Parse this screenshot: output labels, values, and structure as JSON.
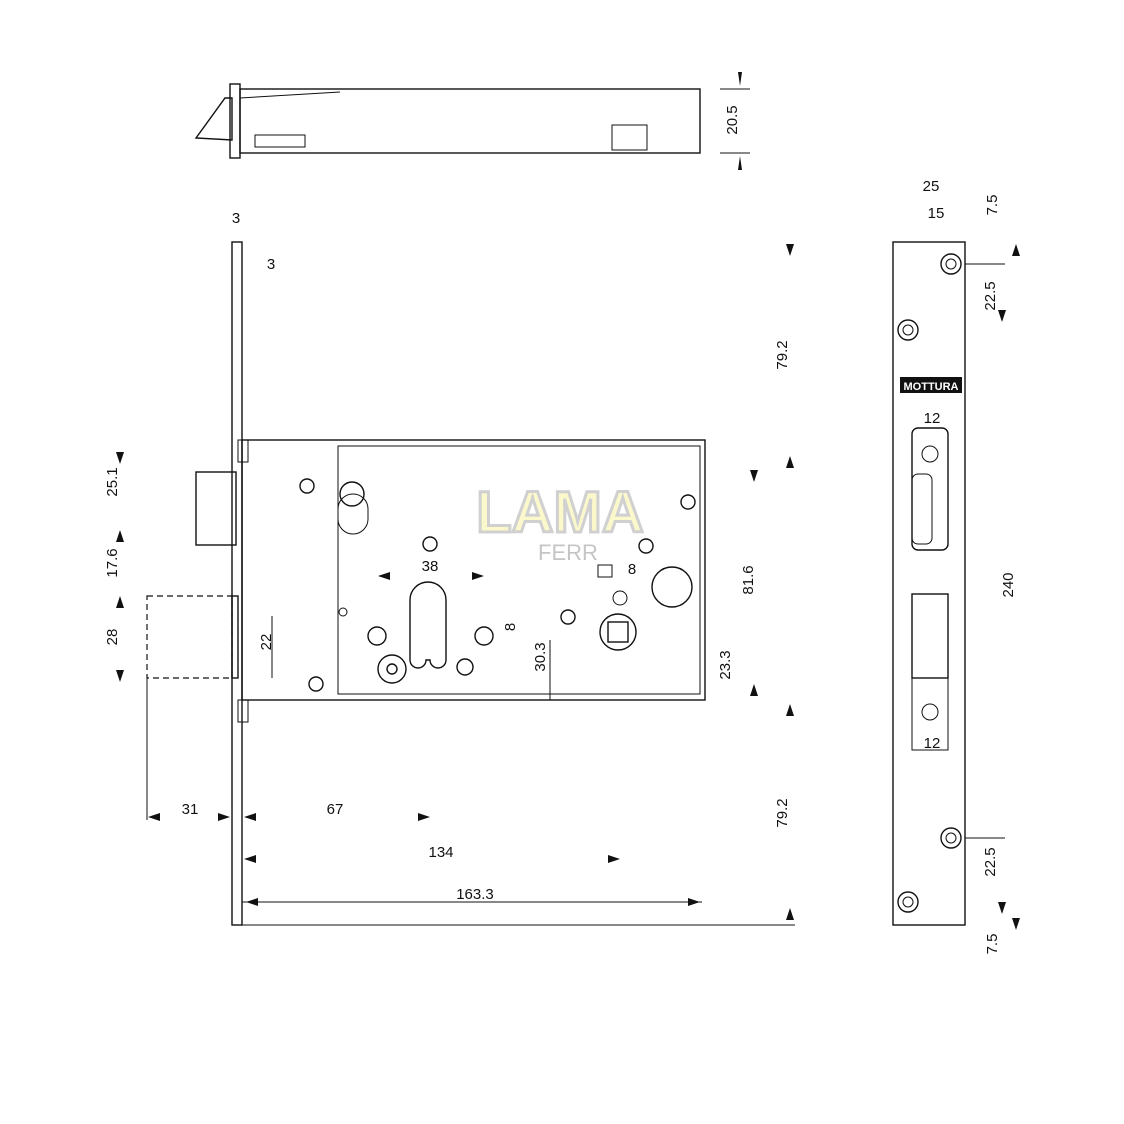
{
  "title": "Mortise lock technical drawing",
  "brand_label": "MOTTURA",
  "watermark": {
    "text": "LAMA",
    "subtext": "FERR",
    "color_fill": "#fbf7c4",
    "color_outline": "#c8c8c8"
  },
  "dimensions": {
    "top_height": "20.5",
    "strike_width": "25",
    "strike_hole_offset": "15",
    "strike_top_edge": "7.5",
    "faceplate_thickness": "3",
    "faceplate_step": "3",
    "upper_span": "79.2",
    "strike_top_hole": "22.5",
    "strike_upper_window": "12",
    "latch_top": "25.1",
    "latch_height": "17.6",
    "cylinder_distance": "38",
    "small_offset": "8",
    "body_height": "81.6",
    "strike_length": "240",
    "bolt_height": "28",
    "cylinder_offset": "22",
    "cylinder_small": "8",
    "cylinder_height": "30.3",
    "follower_height": "23.3",
    "strike_lower_window": "12",
    "bolt_throw": "31",
    "backset": "67",
    "lower_span": "79.2",
    "body_length": "134",
    "strike_bottom_hole": "22.5",
    "overall_length": "163.3",
    "strike_bottom_edge": "7.5"
  }
}
